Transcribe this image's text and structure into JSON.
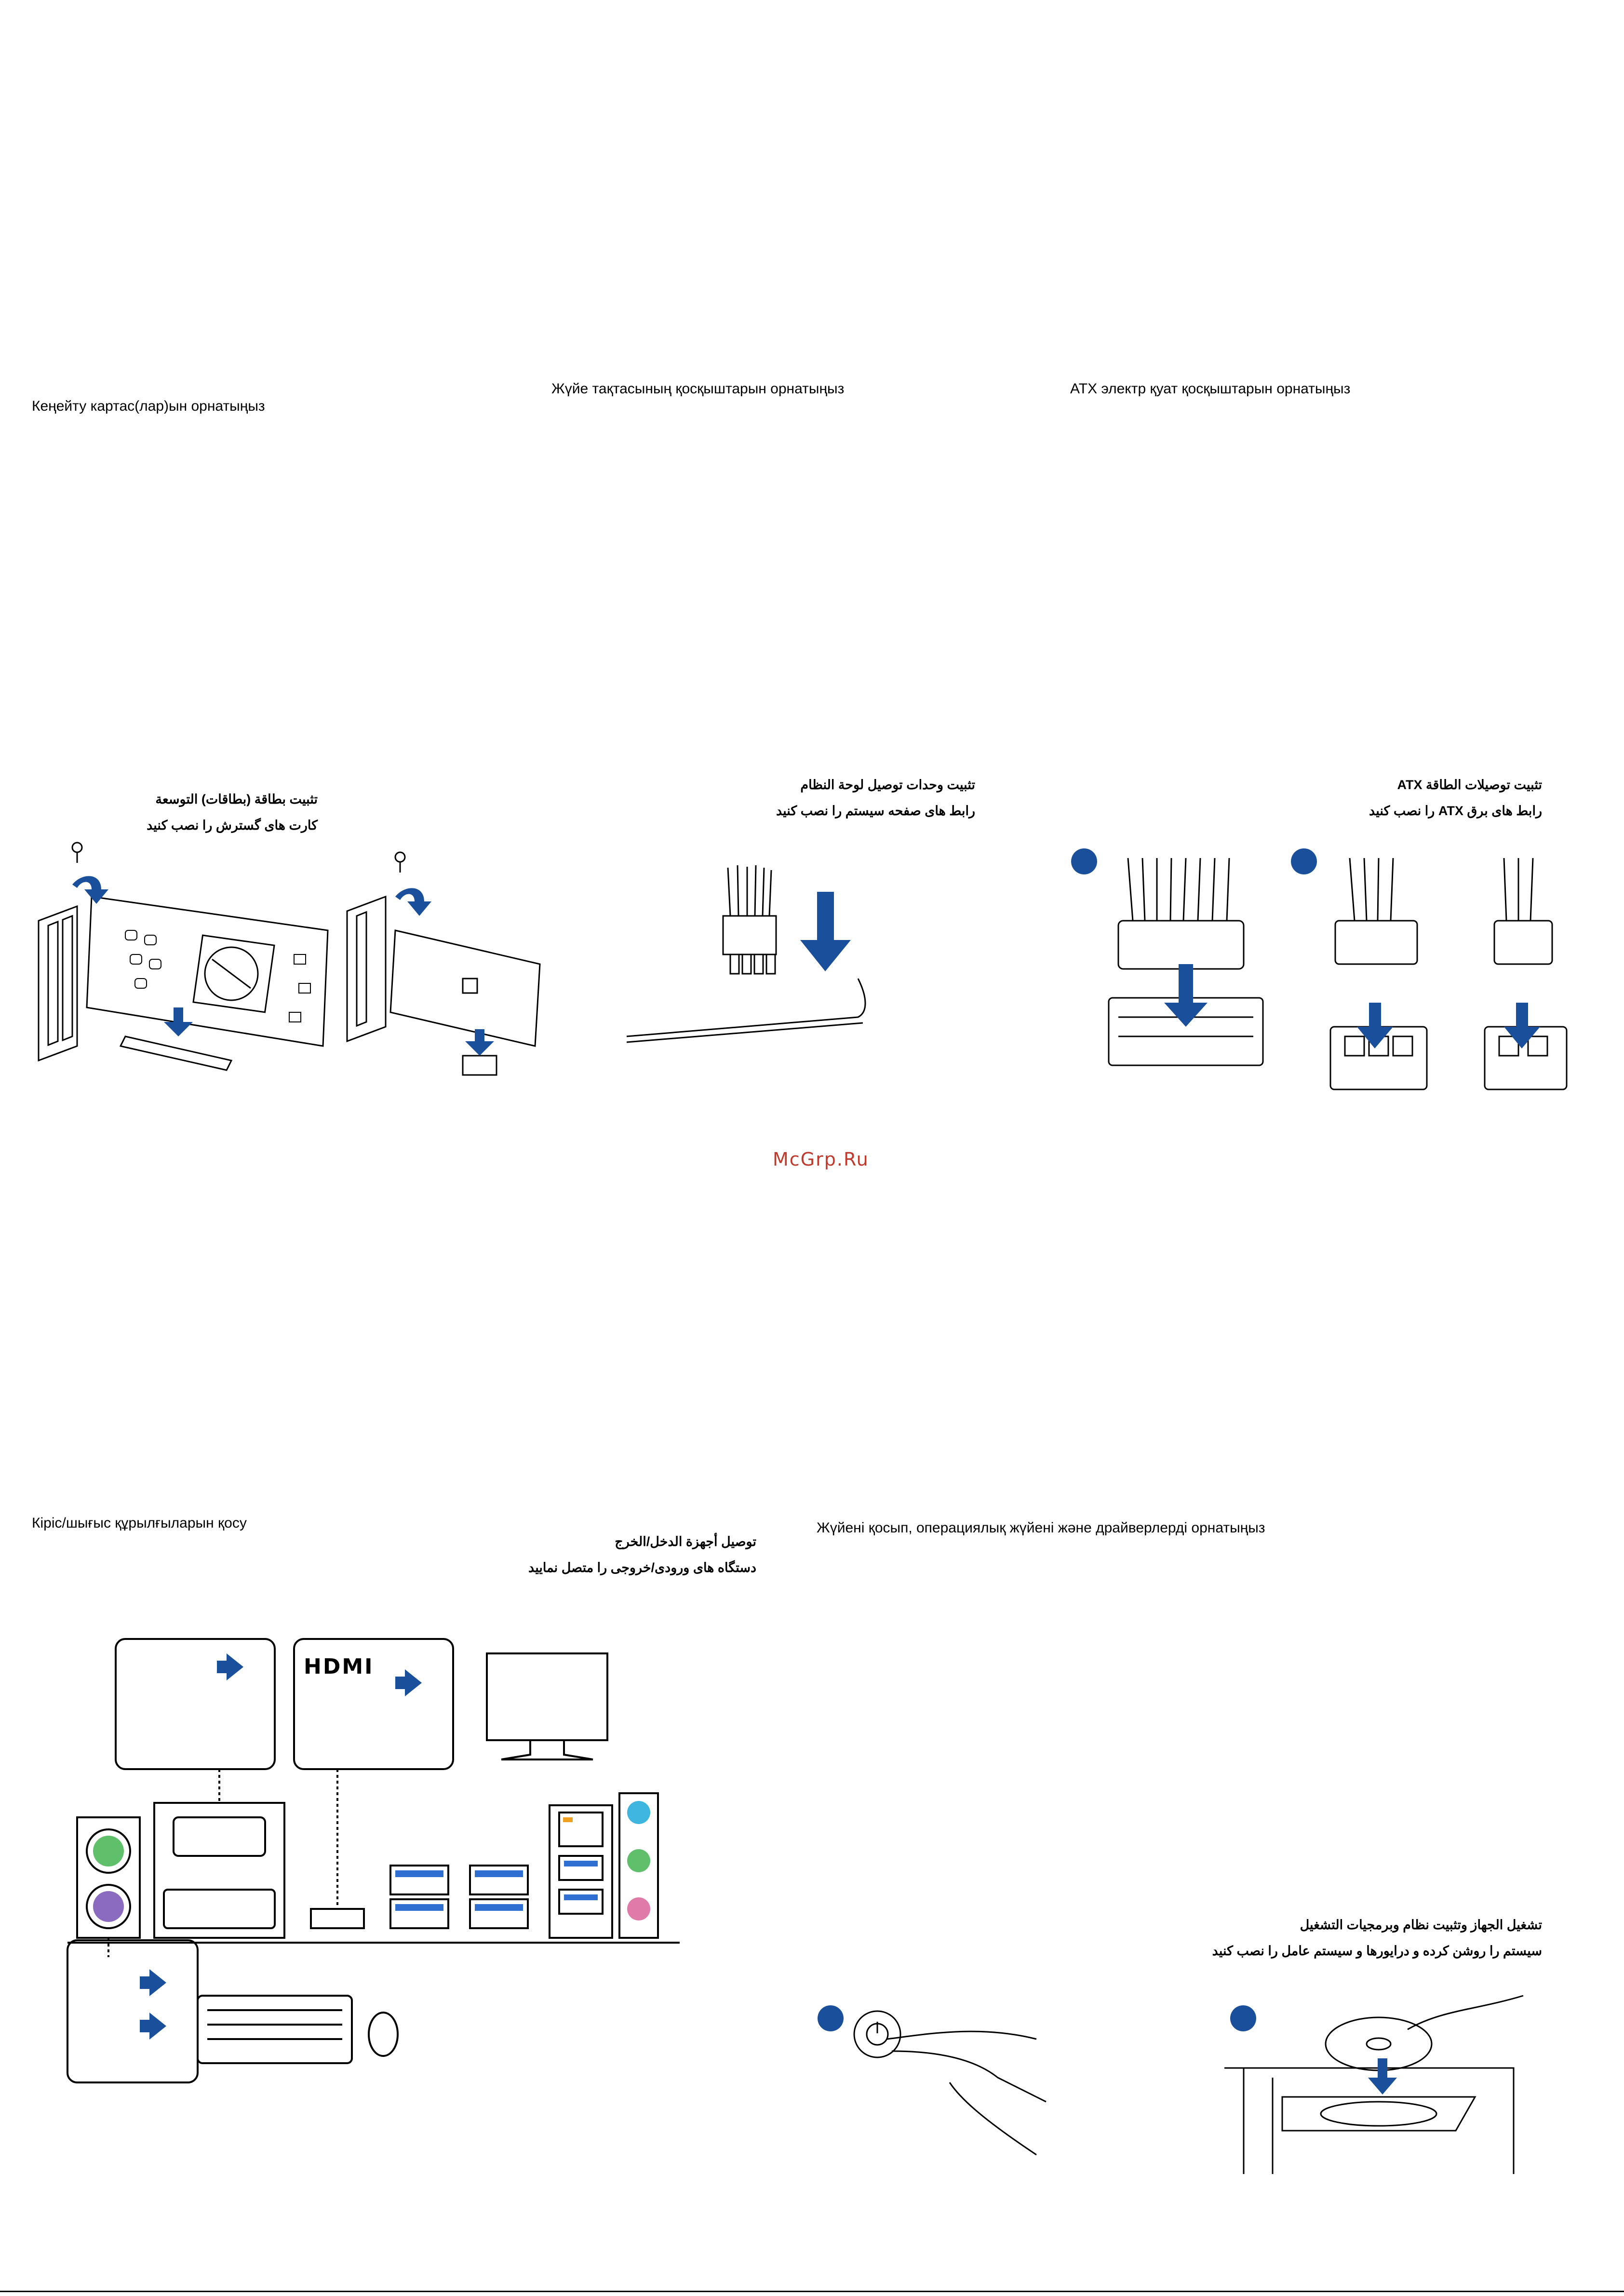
{
  "sections": {
    "expansion": {
      "title_kz": "Кеңейту картас(лар)ын орнатыңыз",
      "title_ar": "تثبيت بطاقة (بطاقات) التوسعة",
      "title_fa": "کارت های گسترش را نصب کنید"
    },
    "panel": {
      "title_kz": "Жүйе тақтасының қосқыштарын орнатыңыз",
      "title_ar": "تثبيت وحدات توصيل لوحة النظام",
      "title_fa": "رابط های صفحه سیستم را نصب کنید"
    },
    "atx": {
      "title_kz": "ATX электр қуат қосқыштарын орнатыңыз",
      "title_ar": "تثبيت توصيلات الطاقة ATX",
      "title_fa": "رابط های برق ATX را نصب کنید"
    },
    "io": {
      "title_kz": "Кіріс/шығыс құрылғыларын қосу",
      "title_ar": "توصيل أجهزة الدخل/الخرج",
      "title_fa": "دستگاه های ورودی/خروجی را متصل نمایید",
      "hdmi_logo": "HDMI"
    },
    "power": {
      "title_kz": "Жүйені қосып, операциялық жүйені және драйверлерді орнатыңыз",
      "title_ar": "تشغيل الجهاز وتثبيت نظام وبرمجيات التشغيل",
      "title_fa": "سیستم را روشن کرده و درایورها و سیستم عامل را نصب کنید"
    }
  },
  "watermark": "McGrp.Ru",
  "colors": {
    "accent_blue": "#1a4f9c",
    "watermark_red": "#c0392b"
  }
}
